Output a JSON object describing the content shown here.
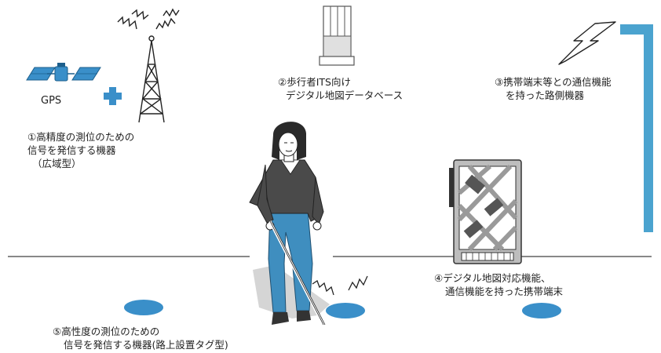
{
  "colors": {
    "accent_blue": "#3a8fc9",
    "pole_blue": "#4ba3cf",
    "ground_line": "#888888",
    "figure_dark": "#4a4a4a",
    "trousers_blue": "#3f8ebf",
    "shadow": "#d5d5d5"
  },
  "labels": {
    "gps": "GPS",
    "label_1": [
      "①高精度の測位のための",
      "信号を発信する機器",
      "（広域型）"
    ],
    "label_2": [
      "②歩行者ITS向け",
      "デジタル地図データベース"
    ],
    "label_3": [
      "③携帯端末等との通信機能",
      "を持った路側機器"
    ],
    "label_4": [
      "④デジタル地図対応機能、",
      "通信機能を持った携帯端末"
    ],
    "label_5": [
      "⑤高性度の測位のための",
      "信号を発信する機器(路上設置タグ型)"
    ]
  },
  "icons": [
    "gps-satellite-icon",
    "plus-icon",
    "radio-tower-icon",
    "database-server-icon",
    "lightning-icon",
    "roadside-pole-icon",
    "pedestrian-with-cane-icon",
    "handheld-terminal-icon",
    "road-tag-icon"
  ]
}
